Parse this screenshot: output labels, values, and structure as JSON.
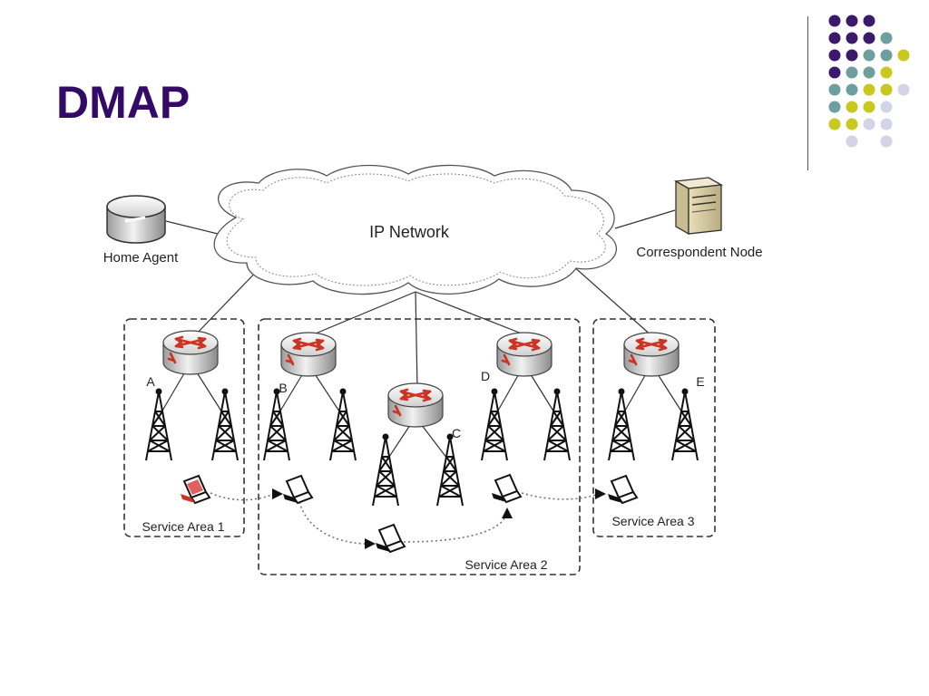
{
  "slide": {
    "title": "DMAP"
  },
  "theme": {
    "title_color": "#330a66",
    "dot_colors": [
      "#3b1a6b",
      "#6e9f9f",
      "#c8c81e",
      "#d4d4e8"
    ],
    "router_accent": "#cc3322"
  },
  "diagram": {
    "cloud_label": "IP Network",
    "home_agent_label": "Home Agent",
    "correspondent_label": "Correspondent Node",
    "routers": {
      "a": "A",
      "b": "B",
      "c": "C",
      "d": "D",
      "e": "E"
    },
    "areas": {
      "area1": "Service Area 1",
      "area2": "Service Area 2",
      "area3": "Service Area 3"
    }
  }
}
